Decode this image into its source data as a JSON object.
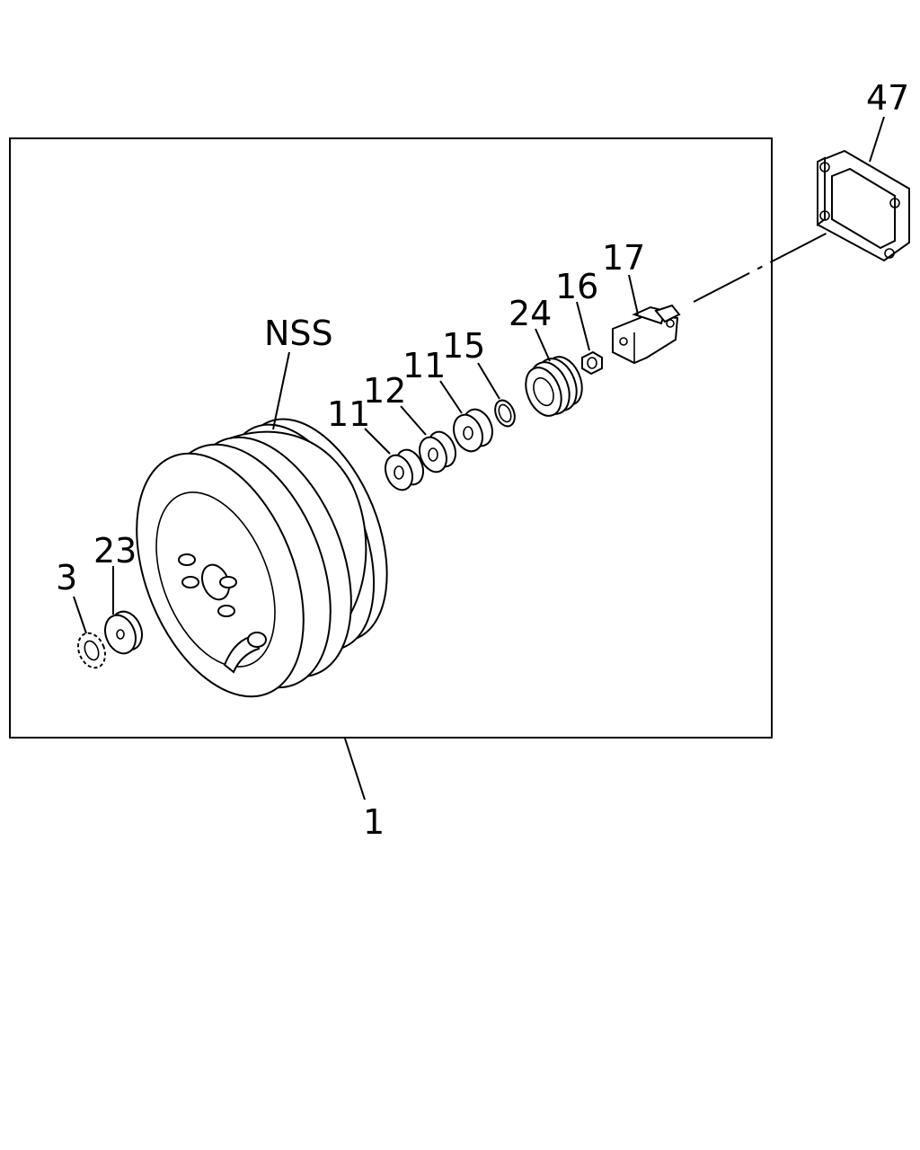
{
  "labels": {
    "assembly": "1",
    "lock_washer": "3",
    "seal_a": "11",
    "seal_b": "11",
    "washer": "12",
    "ring": "15",
    "nut": "16",
    "clevis": "17",
    "retainer": "23",
    "boot": "24",
    "gasket": "47",
    "nss": "NSS"
  },
  "colors": {
    "line": "#000000",
    "background": "#ffffff"
  }
}
